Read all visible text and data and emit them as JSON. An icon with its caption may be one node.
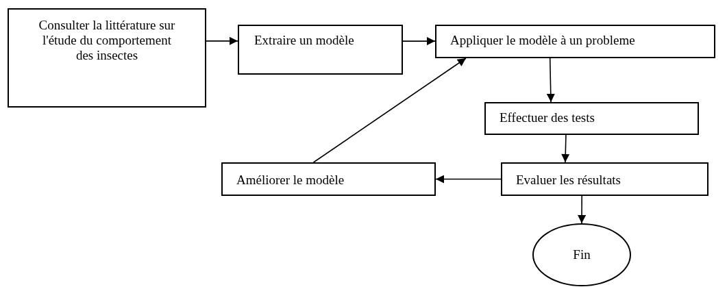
{
  "diagram": {
    "nodes": [
      {
        "text": [
          "Consulter la littérature sur l'étude du comportement des insectes"
        ]
      },
      {
        "text": [
          "Extraire un modèle"
        ]
      },
      {
        "text": [
          "Appliquer le modèle à un probleme"
        ]
      },
      {
        "text": [
          "Effectuer des tests"
        ]
      },
      {
        "text": [
          "Améliorer le modèle"
        ]
      },
      {
        "text": [
          "Evaluer les résultats"
        ]
      },
      {
        "text": [
          "Fin"
        ]
      }
    ],
    "edges": [
      {
        "from": 0,
        "to": 1,
        "arrow": "to"
      },
      {
        "from": 1,
        "to": 2,
        "arrow": "to"
      },
      {
        "from": 2,
        "to": 3,
        "arrow": "to"
      },
      {
        "from": 3,
        "to": 5,
        "arrow": "to"
      },
      {
        "from": 5,
        "to": 4,
        "arrow": "to"
      },
      {
        "from": 4,
        "to": 2,
        "arrow": "to"
      },
      {
        "from": 5,
        "to": 6,
        "arrow": "to"
      }
    ]
  }
}
